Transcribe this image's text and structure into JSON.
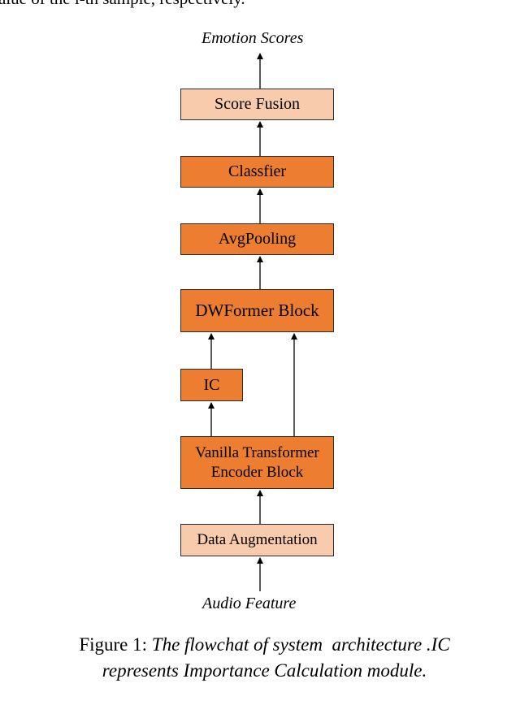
{
  "page": {
    "top_fragment": "alue of the i-th sample, respectively."
  },
  "diagram": {
    "output_label": "Emotion Scores",
    "input_label": "Audio Feature",
    "boxes": {
      "score_fusion": "Score Fusion",
      "classifier": "Classfier",
      "avgpooling": "AvgPooling",
      "dwformer": "DWFormer Block",
      "ic": "IC",
      "vanilla_line1": "Vanilla Transformer",
      "vanilla_line2": "Encoder Block",
      "data_augmentation": "Data Augmentation"
    },
    "colors": {
      "light_box": "#f8cbad",
      "dark_box": "#ed7d31",
      "border": "#2b2b2b"
    }
  },
  "caption": {
    "prefix": "Figure 1: ",
    "line1_italic": "The flowchat of system  architecture .IC",
    "line2_italic": "represents Importance Calculation module."
  }
}
